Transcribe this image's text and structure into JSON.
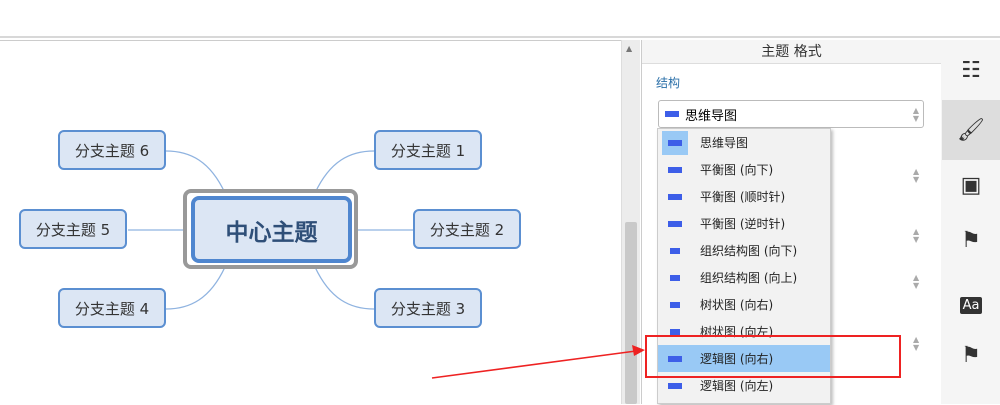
{
  "map": {
    "central": "中心主题",
    "topics": [
      "分支主题 1",
      "分支主题 2",
      "分支主题 3",
      "分支主题 4",
      "分支主题 5",
      "分支主题 6"
    ]
  },
  "panel": {
    "title": "主题 格式",
    "section_structure": "结构",
    "structure_value": "思维导图",
    "options": [
      "思维导图",
      "平衡图 (向下)",
      "平衡图 (顺时针)",
      "平衡图 (逆时针)",
      "组织结构图 (向下)",
      "组织结构图 (向上)",
      "树状图 (向右)",
      "树状图 (向左)",
      "逻辑图 (向右)",
      "逻辑图 (向左)"
    ],
    "highlighted_option": "逻辑图 (向右)"
  },
  "sidebar": {
    "icons": [
      "outline-icon",
      "format-brush-icon",
      "image-icon",
      "marker-flag-icon",
      "text-style-icon",
      "notes-flag-icon"
    ]
  },
  "colors": {
    "accent": "#4f86cf",
    "topic_fill": "#dce6f4",
    "highlight": "#99c9f5",
    "annotation": "#ee2222"
  }
}
